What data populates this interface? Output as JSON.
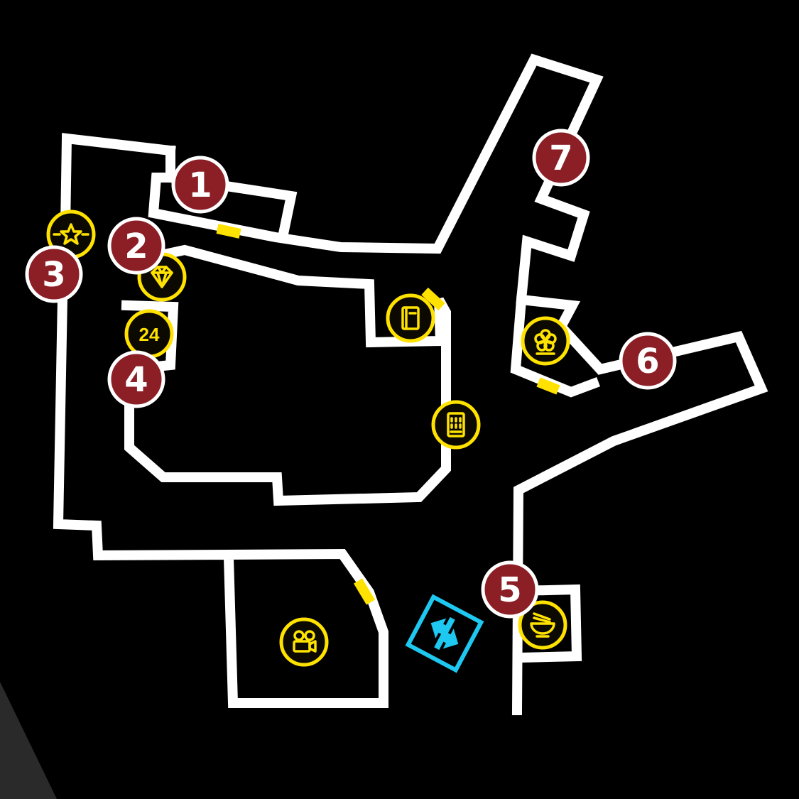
{
  "map": {
    "colors": {
      "background": "#000000",
      "walls": "#ffffff",
      "doors": "#ffe200",
      "poi": "#ffe200",
      "marker": "#8c1f26",
      "exit": "#1ec8f0"
    },
    "markers": [
      {
        "id": "1",
        "label": "1"
      },
      {
        "id": "2",
        "label": "2"
      },
      {
        "id": "3",
        "label": "3"
      },
      {
        "id": "4",
        "label": "4"
      },
      {
        "id": "5",
        "label": "5"
      },
      {
        "id": "6",
        "label": "6"
      },
      {
        "id": "7",
        "label": "7"
      }
    ],
    "poi_icons": [
      {
        "icon": "star-badge-icon"
      },
      {
        "icon": "diamond-icon"
      },
      {
        "icon": "convenience-store-24-icon",
        "text": "24"
      },
      {
        "icon": "book-icon"
      },
      {
        "icon": "vending-machine-icon"
      },
      {
        "icon": "flower-icon"
      },
      {
        "icon": "ramen-bowl-icon"
      },
      {
        "icon": "movie-camera-icon"
      }
    ],
    "exit_icon": "exit-arrows-icon"
  }
}
